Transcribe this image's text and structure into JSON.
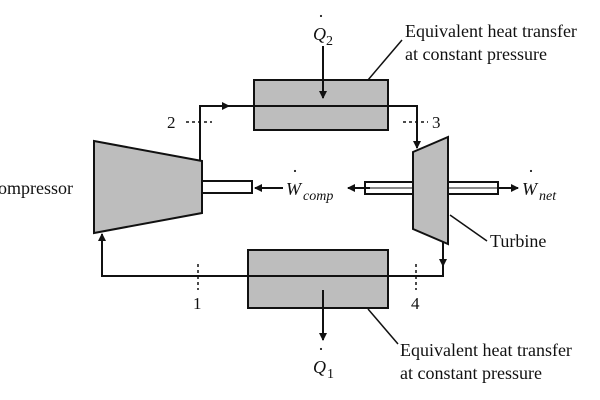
{
  "diagram": {
    "title": "Ideal Brayton cycle closed-loop schematic",
    "components": {
      "compressor_label": "Compressor",
      "turbine_label": "Turbine",
      "heat_in_exchanger_label_line1": "Equivalent heat transfer",
      "heat_in_exchanger_label_line2": "at constant pressure",
      "heat_out_exchanger_label_line1": "Equivalent heat transfer",
      "heat_out_exchanger_label_line2": "at constant pressure"
    },
    "states": {
      "s1": "1",
      "s2": "2",
      "s3": "3",
      "s4": "4"
    },
    "flows": {
      "q_in_symbol": "Q",
      "q_in_subscript": "2",
      "q_out_symbol": "Q",
      "q_out_subscript": "1",
      "w_comp_symbol": "W",
      "w_comp_subscript": "comp",
      "w_net_symbol": "W",
      "w_net_subscript": "net",
      "dot": "·"
    },
    "colors": {
      "fill": "#bdbdbd",
      "stroke": "#111111",
      "background": "#ffffff"
    }
  }
}
